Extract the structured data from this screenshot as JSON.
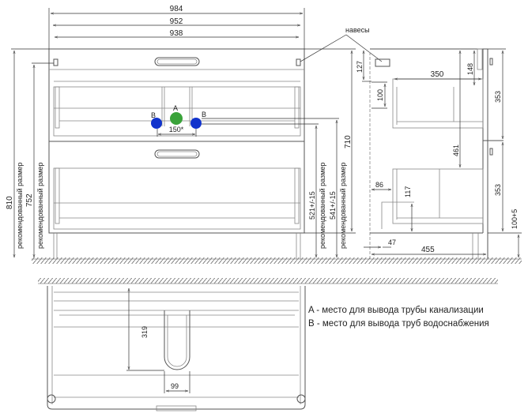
{
  "front_view": {
    "dimensions": {
      "width_total": "984",
      "width_952": "952",
      "width_938": "938",
      "height_810": "810",
      "height_752": "752",
      "pipe_spacing": "150*",
      "height_521": "521+/-15",
      "height_541": "541+/-15",
      "height_710": "710"
    },
    "recommended_label": "рекомендованный размер",
    "hinges_label": "навесы",
    "markers": {
      "a": "A",
      "b_left": "B",
      "b_right": "B"
    },
    "colors": {
      "a": "#3aa33a",
      "b": "#1133cc"
    }
  },
  "side_view": {
    "dimensions": {
      "d127": "127",
      "d100": "100",
      "d350": "350",
      "d148": "148",
      "d353_top": "353",
      "d353_bottom": "353",
      "d461": "461",
      "d86": "86",
      "d117": "117",
      "d47": "47",
      "d455": "455",
      "d100_5": "100+5"
    }
  },
  "plan_view": {
    "dimensions": {
      "d319": "319",
      "d99": "99"
    }
  },
  "legend": {
    "a": "A - место для вывода трубы канализации",
    "b": "B - место для вывода труб водоснабжения"
  }
}
